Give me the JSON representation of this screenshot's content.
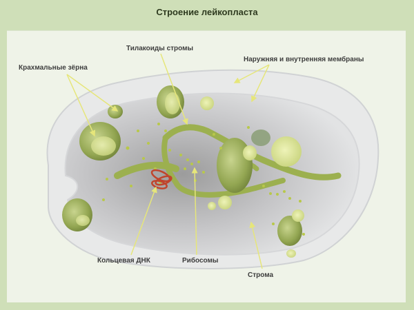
{
  "title": "Строение лейкопласта",
  "labels": {
    "starch_grains": "Крахмальные зёрна",
    "thylakoids": "Тилакоиды стромы",
    "membranes": "Наружняя и внутренняя мембраны",
    "dna": "Кольцевая ДНК",
    "ribosomes": "Рибосомы",
    "stroma": "Строма"
  },
  "colors": {
    "frame": "#cfdfb8",
    "panel": "#eff3e8",
    "organelle_green": "#9aae5a",
    "arrow": "#e8e88a",
    "dna": "#c0452c",
    "label_text": "#3d3d3d"
  }
}
